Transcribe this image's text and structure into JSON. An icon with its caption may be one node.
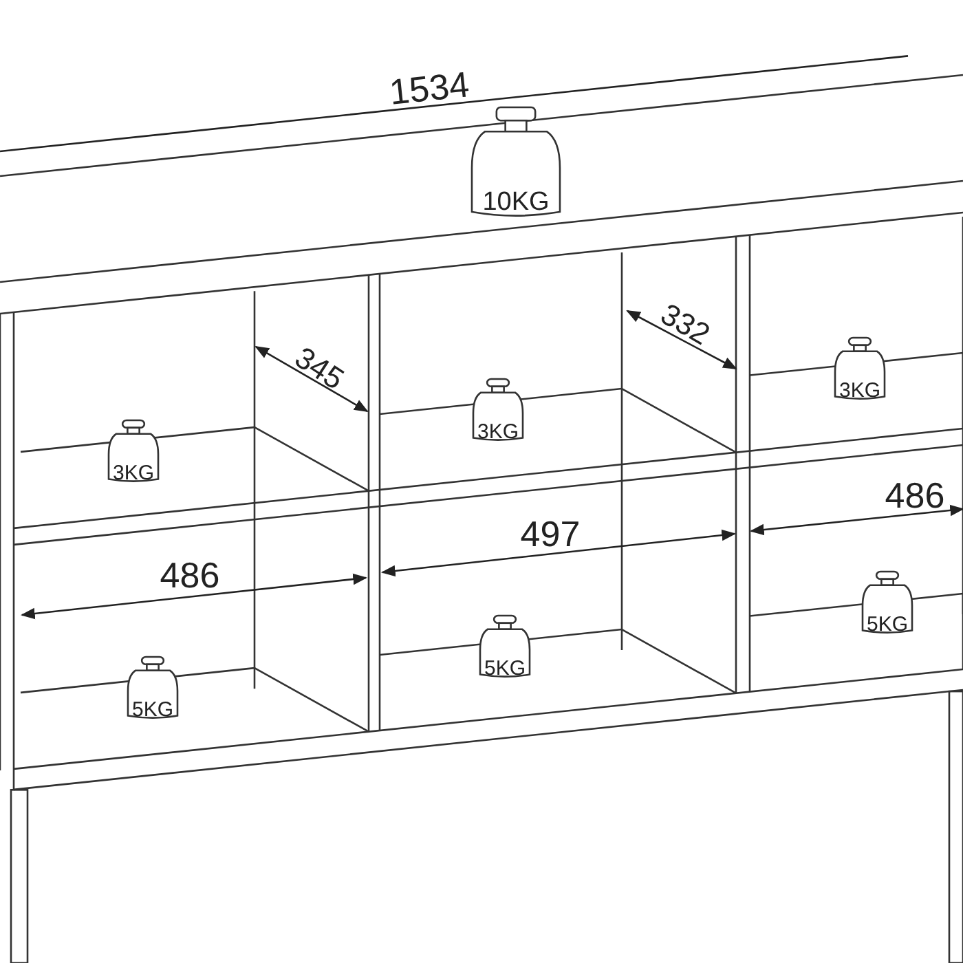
{
  "diagram": {
    "labels": [
      "1534",
      "10KG",
      "332",
      "345",
      "3KG",
      "3KG",
      "3KG",
      "486",
      "497",
      "486",
      "5KG",
      "5KG",
      "5KG"
    ]
  }
}
